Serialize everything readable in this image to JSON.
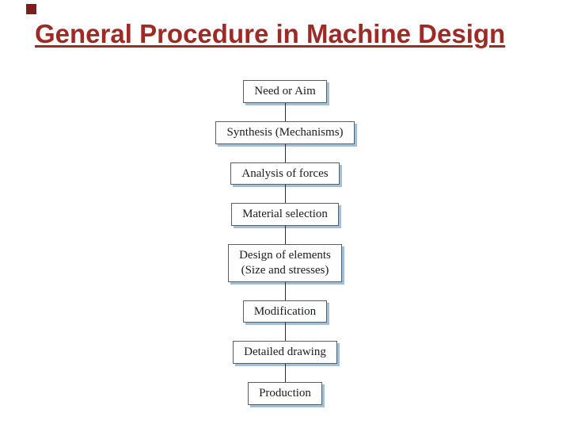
{
  "slide": {
    "title": "General Procedure in Machine Design",
    "title_color": "#9e2a26",
    "corner_square_color": "#7a1f1f"
  },
  "flowchart": {
    "box_shadow_color": "#9fc0d8",
    "steps": [
      {
        "label": "Need or Aim"
      },
      {
        "label": "Synthesis (Mechanisms)"
      },
      {
        "label": "Analysis of forces"
      },
      {
        "label": "Material selection"
      },
      {
        "label": "Design of elements\n(Size and stresses)"
      },
      {
        "label": "Modification"
      },
      {
        "label": "Detailed drawing"
      },
      {
        "label": "Production"
      }
    ]
  }
}
